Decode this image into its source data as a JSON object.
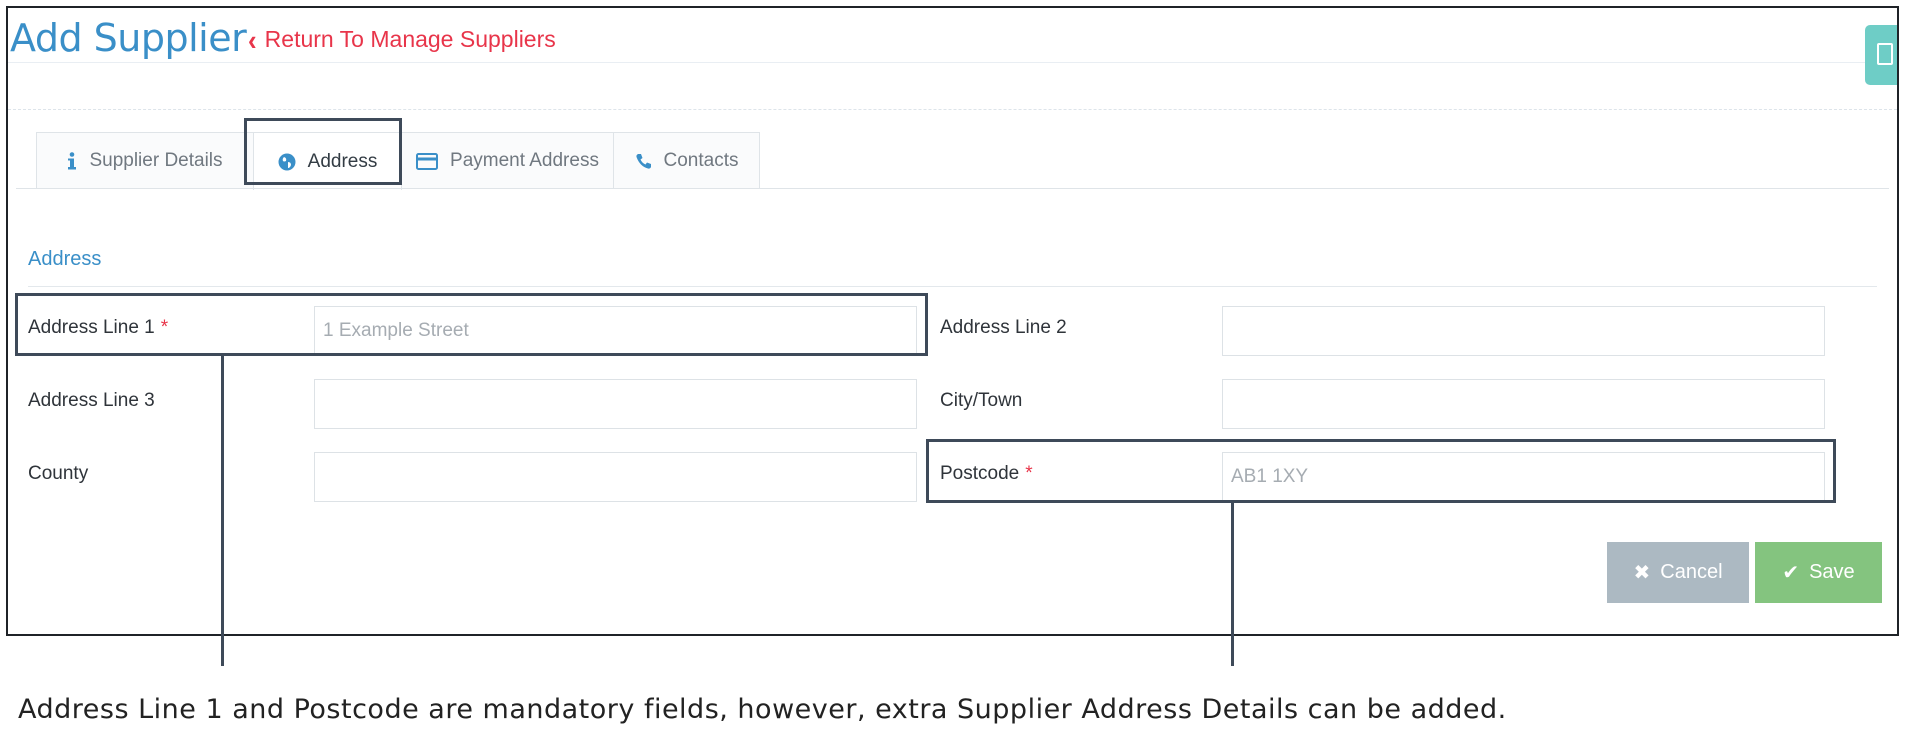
{
  "header": {
    "title": "Add Supplier",
    "return_link": "Return To Manage Suppliers"
  },
  "tabs": [
    {
      "label": "Supplier Details",
      "icon": "info-icon",
      "active": false
    },
    {
      "label": "Address",
      "icon": "globe-icon",
      "active": true
    },
    {
      "label": "Payment Address",
      "icon": "credit-card-icon",
      "active": false
    },
    {
      "label": "Contacts",
      "icon": "phone-icon",
      "active": false
    }
  ],
  "section": {
    "title": "Address"
  },
  "fields": {
    "address_line_1": {
      "label": "Address Line 1",
      "required_mark": "*",
      "placeholder": "1 Example Street",
      "value": ""
    },
    "address_line_2": {
      "label": "Address Line 2",
      "placeholder": "",
      "value": ""
    },
    "address_line_3": {
      "label": "Address Line 3",
      "placeholder": "",
      "value": ""
    },
    "city_town": {
      "label": "City/Town",
      "placeholder": "",
      "value": ""
    },
    "county": {
      "label": "County",
      "placeholder": "",
      "value": ""
    },
    "postcode": {
      "label": "Postcode",
      "required_mark": "*",
      "placeholder": "AB1 1XY",
      "value": ""
    }
  },
  "actions": {
    "cancel_label": "Cancel",
    "save_label": "Save"
  },
  "annotation": {
    "note": "Address Line 1 and Postcode are mandatory fields, however, extra Supplier Address Details can be added."
  },
  "colors": {
    "accent": "#3a8fc8",
    "link_red": "#e8354a",
    "cancel_bg": "#acb9c2",
    "save_bg": "#84c47f",
    "export_bg": "#6ecdc6",
    "callout_border": "#3e4a59"
  }
}
